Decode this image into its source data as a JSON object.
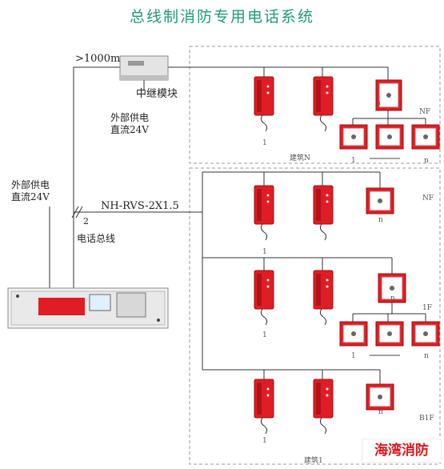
{
  "title": "总线制消防专用电话系统",
  "labels": {
    "distance": ">1000m",
    "relay_module": "中继模块",
    "relay_power": "外部供电\n直流24V",
    "host_power": "外部供电\n直流24V",
    "cable": "NH-RVS-2X1.5",
    "cable_count": "2",
    "bus": "电话总线",
    "building_n": "建筑N",
    "building_1": "建筑1",
    "floor_nf_top": "NF",
    "floor_nf": "NF",
    "floor_1f": "1F",
    "floor_b1f": "B1F",
    "phone_1": "1",
    "jack_n": "n",
    "jack_1": "1"
  },
  "colors": {
    "title": "#1f9a7a",
    "device_red": "#e01d24",
    "line": "#333333",
    "dashed_box": "#9a9a9a",
    "watermark": "#e0161c"
  },
  "watermark": "海湾消防"
}
